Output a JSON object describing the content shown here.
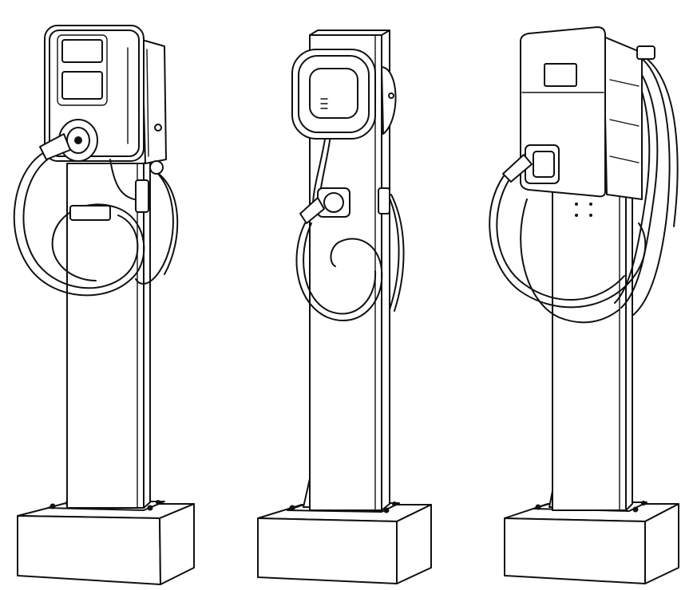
{
  "diagram": {
    "stroke_color": "#111111",
    "background_color": "#ffffff",
    "items": [
      {
        "id": "charger-1",
        "head_style": "square-display",
        "display": "two-screen"
      },
      {
        "id": "charger-2",
        "head_style": "rounded-square-led",
        "display": "status-leds"
      },
      {
        "id": "charger-3",
        "head_style": "tall-slim-panel",
        "display": "single-screen"
      }
    ]
  }
}
